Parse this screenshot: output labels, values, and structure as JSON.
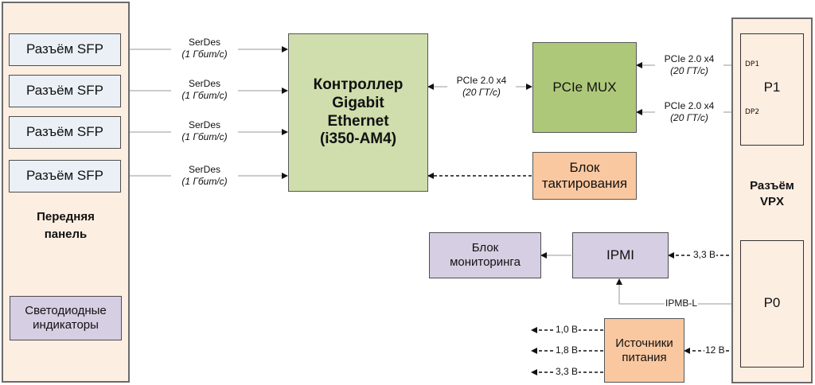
{
  "front_panel": {
    "title_line1": "Передняя",
    "title_line2": "панель",
    "sfp_ports": [
      {
        "label": "Разъём SFP"
      },
      {
        "label": "Разъём SFP"
      },
      {
        "label": "Разъём SFP"
      },
      {
        "label": "Разъём SFP"
      }
    ],
    "leds": {
      "line1": "Светодиодные",
      "line2": "индикаторы"
    }
  },
  "serdes_links": [
    {
      "name": "SerDes",
      "rate": "(1 Гбит/с)"
    },
    {
      "name": "SerDes",
      "rate": "(1 Гбит/с)"
    },
    {
      "name": "SerDes",
      "rate": "(1 Гбит/с)"
    },
    {
      "name": "SerDes",
      "rate": "(1 Гбит/с)"
    }
  ],
  "controller": {
    "line1": "Контроллер",
    "line2": "Gigabit",
    "line3": "Ethernet",
    "line4": "(i350-AM4)"
  },
  "controller_mux_link": {
    "name": "PCIe 2.0 x4",
    "rate": "(20 ГТ/с)"
  },
  "mux": {
    "label": "PCIe MUX"
  },
  "mux_p1_links": [
    {
      "name": "PCIe 2.0 x4",
      "rate": "(20 ГТ/с)",
      "port": "DP1"
    },
    {
      "name": "PCIe 2.0 x4",
      "rate": "(20 ГТ/с)",
      "port": "DP2"
    }
  ],
  "clock_block": {
    "line1": "Блок",
    "line2": "тактирования"
  },
  "vpx": {
    "title_line1": "Разъём",
    "title_line2": "VPX",
    "p1": "P1",
    "p0": "P0"
  },
  "monitoring_block": {
    "line1": "Блок",
    "line2": "мониторинга"
  },
  "ipmi": {
    "label": "IPMI"
  },
  "ipmi_power_label": "3,3 В",
  "ipmb_label": "IPMB-L",
  "power_block": {
    "line1": "Источники",
    "line2": "питания"
  },
  "power_input_label": "12 В",
  "power_outputs": [
    "1,0 В",
    "1,8 В",
    "3,3 В"
  ],
  "colors": {
    "panel_fill": "#fdeee2",
    "sfp_fill": "#eaf0f6",
    "controller_fill": "#cfdeac",
    "mux_fill": "#aec87a",
    "orange_fill": "#fac8a0",
    "purple_fill": "#d6cee2"
  }
}
